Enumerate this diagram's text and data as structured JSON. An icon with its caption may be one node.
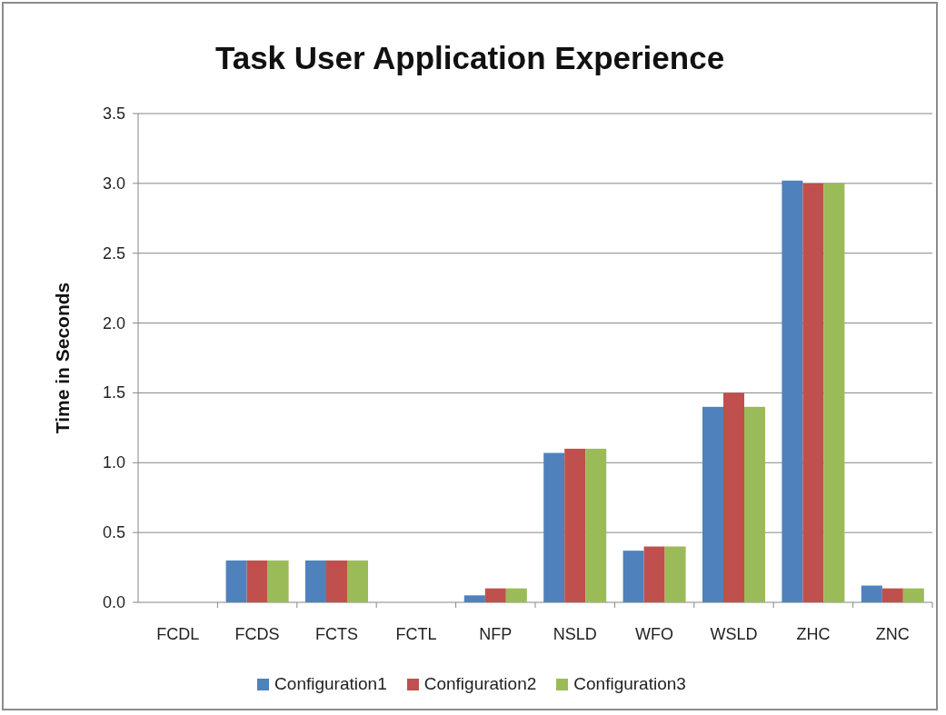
{
  "diagram": {
    "chart_data": {
      "type": "bar",
      "title": "Task User Application Experience",
      "ylabel": "Time in Seconds",
      "grid": "y",
      "legend": "bottom",
      "categories": [
        "FCDL",
        "FCDS",
        "FCTS",
        "FCTL",
        "NFP",
        "NSLD",
        "WFO",
        "WSLD",
        "ZHC",
        "ZNC"
      ],
      "series": [
        {
          "name": "Configuration1",
          "color": "#4f81bd",
          "values": [
            0,
            0.3,
            0.3,
            0,
            0.05,
            1.07,
            0.37,
            1.4,
            3.02,
            0.12
          ]
        },
        {
          "name": "Configuration2",
          "color": "#c0504d",
          "values": [
            0,
            0.3,
            0.3,
            0,
            0.1,
            1.1,
            0.4,
            1.5,
            3.0,
            0.1
          ]
        },
        {
          "name": "Configuration3",
          "color": "#9bbb59",
          "values": [
            0,
            0.3,
            0.3,
            0,
            0.1,
            1.1,
            0.4,
            1.4,
            3.0,
            0.1
          ]
        }
      ],
      "ylim": [
        0,
        3.5
      ],
      "yticks": [
        {
          "value": 0,
          "label": "0.0"
        },
        {
          "value": 0.5,
          "label": "0.5"
        },
        {
          "value": 1,
          "label": "1.0"
        },
        {
          "value": 1.5,
          "label": "1.5"
        },
        {
          "value": 2,
          "label": "2.0"
        },
        {
          "value": 2.5,
          "label": "2.5"
        },
        {
          "value": 3,
          "label": "3.0"
        },
        {
          "value": 3.5,
          "label": "3.5"
        }
      ]
    }
  }
}
